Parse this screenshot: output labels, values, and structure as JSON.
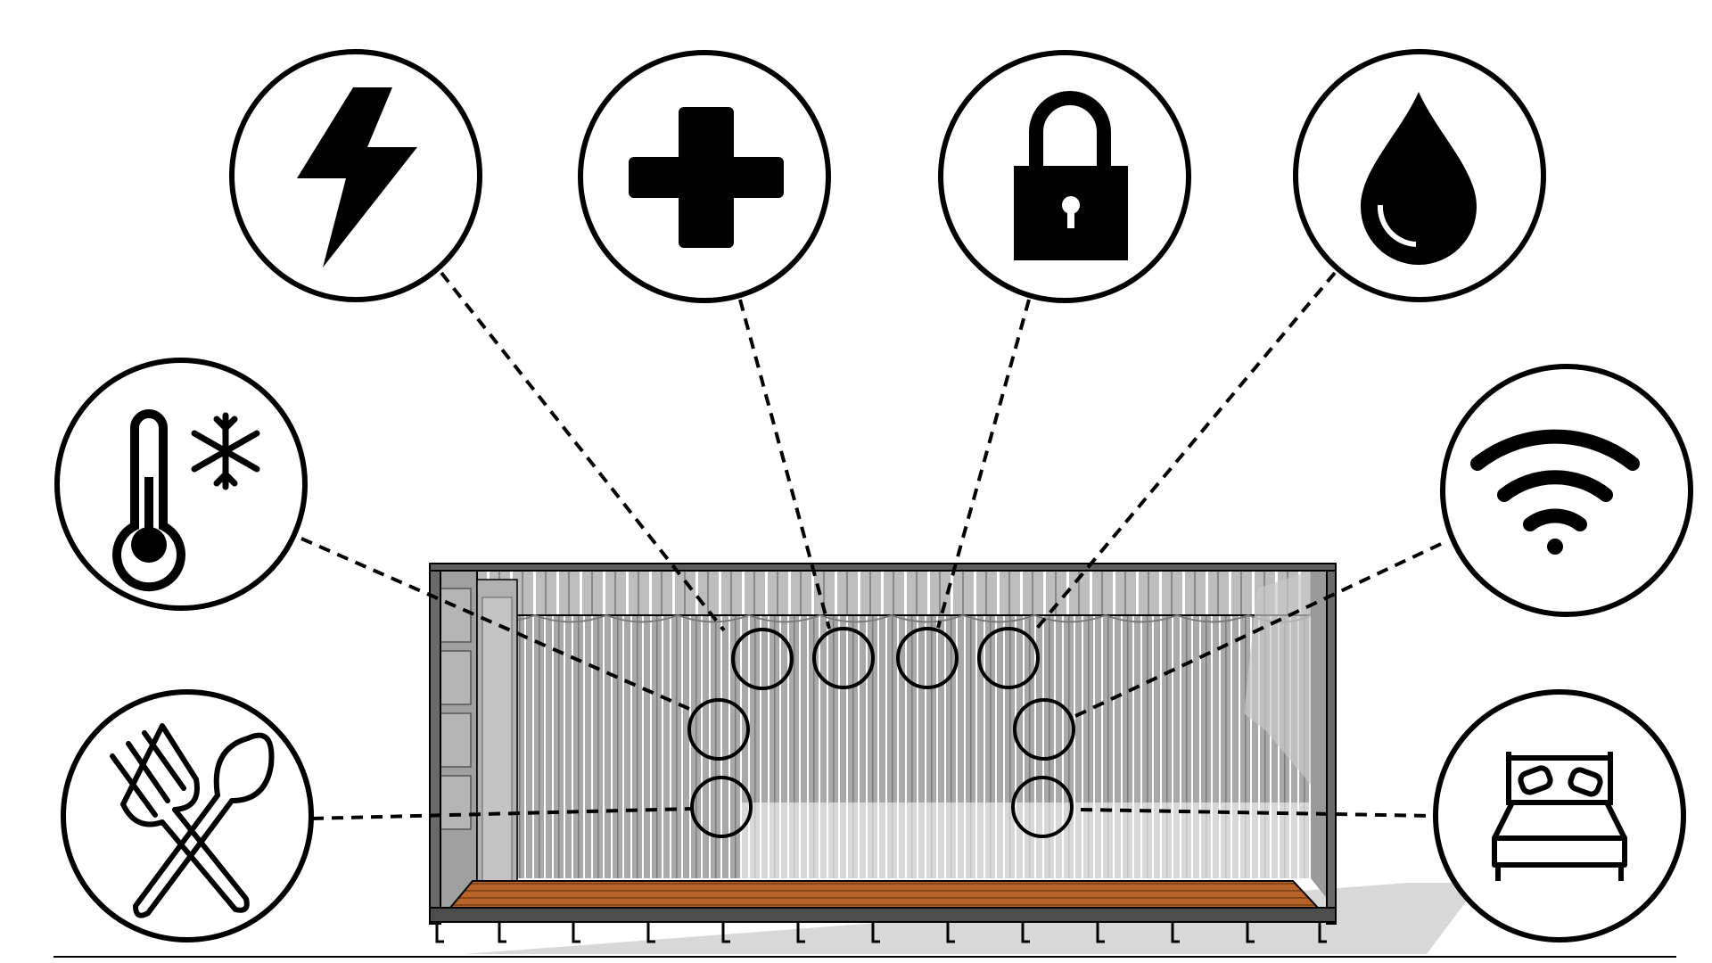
{
  "diagram": {
    "subject": "shipping-container-interior",
    "colors": {
      "background": "#ffffff",
      "outline": "#000000",
      "wall": "#a9a9a9",
      "wall_shadow": "#8e8e8e",
      "rib": "#ffffff",
      "floor": "#b8642a",
      "floor_dark": "#8a4718",
      "ground_shadow": "#d5d5d5"
    },
    "amenities": [
      {
        "id": "power",
        "icon": "lightning-bolt-icon"
      },
      {
        "id": "medical",
        "icon": "medical-cross-icon"
      },
      {
        "id": "security",
        "icon": "padlock-icon"
      },
      {
        "id": "water",
        "icon": "water-drop-icon"
      },
      {
        "id": "climate",
        "icon": "thermometer-snowflake-icon"
      },
      {
        "id": "wifi",
        "icon": "wifi-icon"
      },
      {
        "id": "kitchen",
        "icon": "fork-spoon-icon"
      },
      {
        "id": "sleeping",
        "icon": "double-bed-icon"
      }
    ]
  }
}
